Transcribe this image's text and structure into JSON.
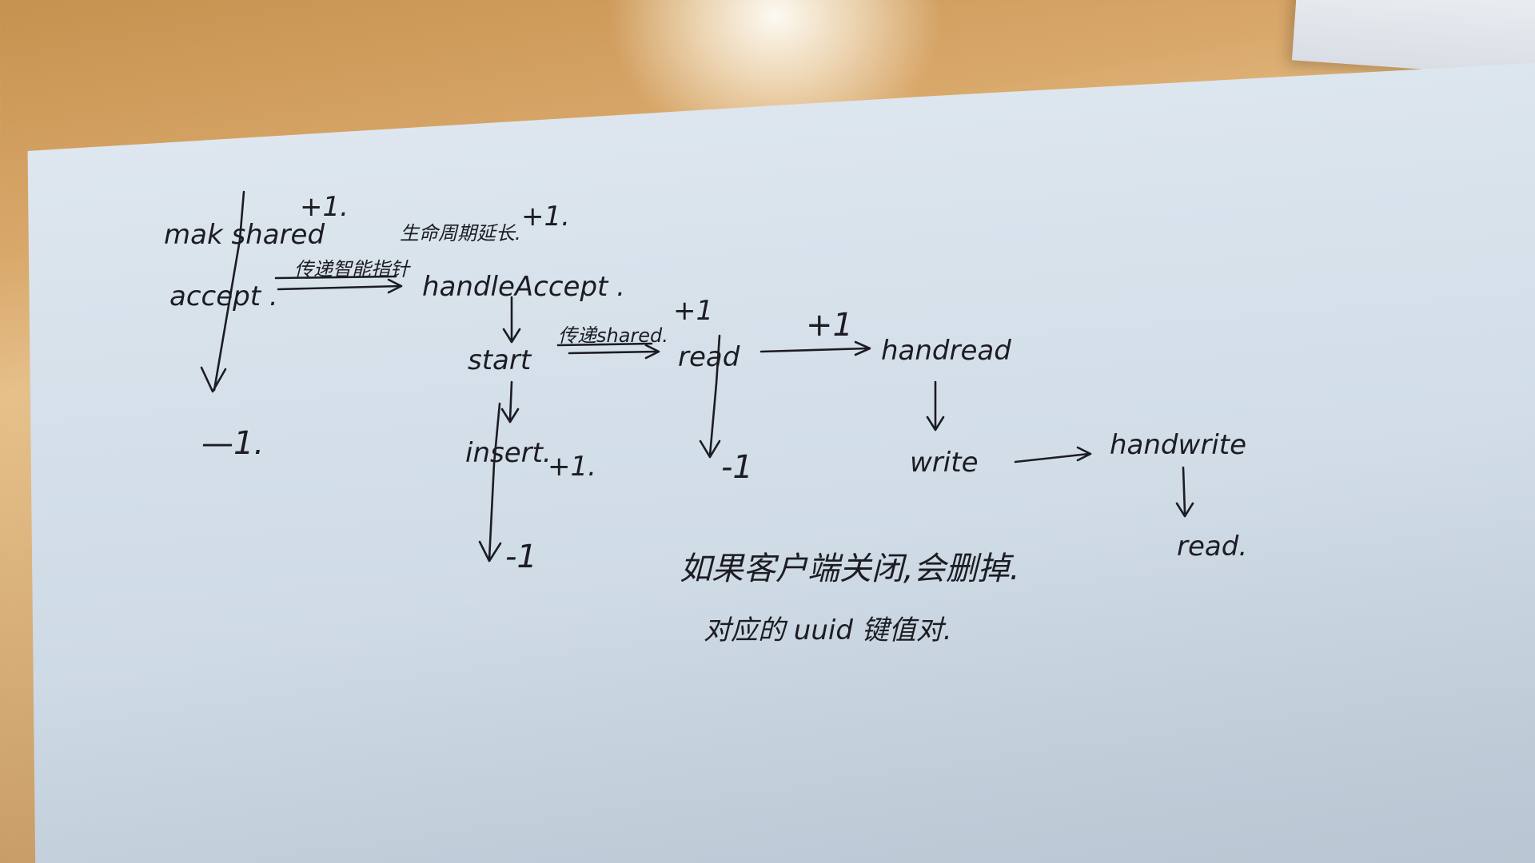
{
  "notes": {
    "make_shared": "mak shared",
    "plus_one_a": "+1.",
    "accept": "accept .",
    "pass_smart_ptr": "传递智能指针",
    "lifecycle_extend": "生命周期延长.",
    "plus_one_b": "+1.",
    "handle_accept": "handleAccept .",
    "minus_one_a": "—1.",
    "start": "start",
    "pass_shared": "传递shared.",
    "plus_one_c": "+1",
    "read": "read",
    "plus_one_d": "+1",
    "handread": "handread",
    "insert": "insert.",
    "plus_one_e": "+1.",
    "minus_one_b": "-1",
    "minus_one_c": "-1",
    "write": "write",
    "handwrite": "handwrite",
    "read_end": "read.",
    "client_close": "如果客户端关闭,会删掉.",
    "uuid_pair": "对应的 uuid 键值对."
  }
}
